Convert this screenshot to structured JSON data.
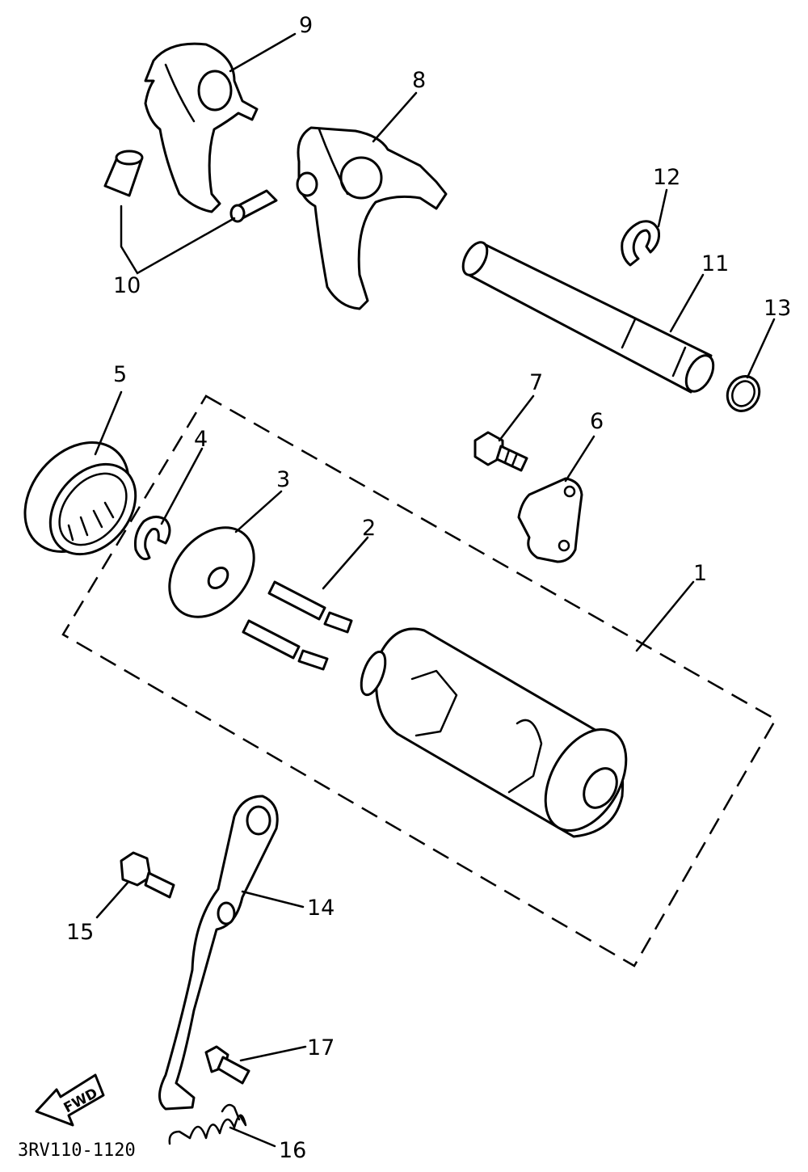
{
  "diagram": {
    "drawing_code": "3RV110-1120",
    "direction_arrow": "FWD",
    "callouts": {
      "c1": "1",
      "c2": "2",
      "c3": "3",
      "c4": "4",
      "c5": "5",
      "c6": "6",
      "c7": "7",
      "c8": "8",
      "c9": "9",
      "c10": "10",
      "c11": "11",
      "c12": "12",
      "c13": "13",
      "c14": "14",
      "c15": "15",
      "c16": "16",
      "c17": "17"
    }
  }
}
